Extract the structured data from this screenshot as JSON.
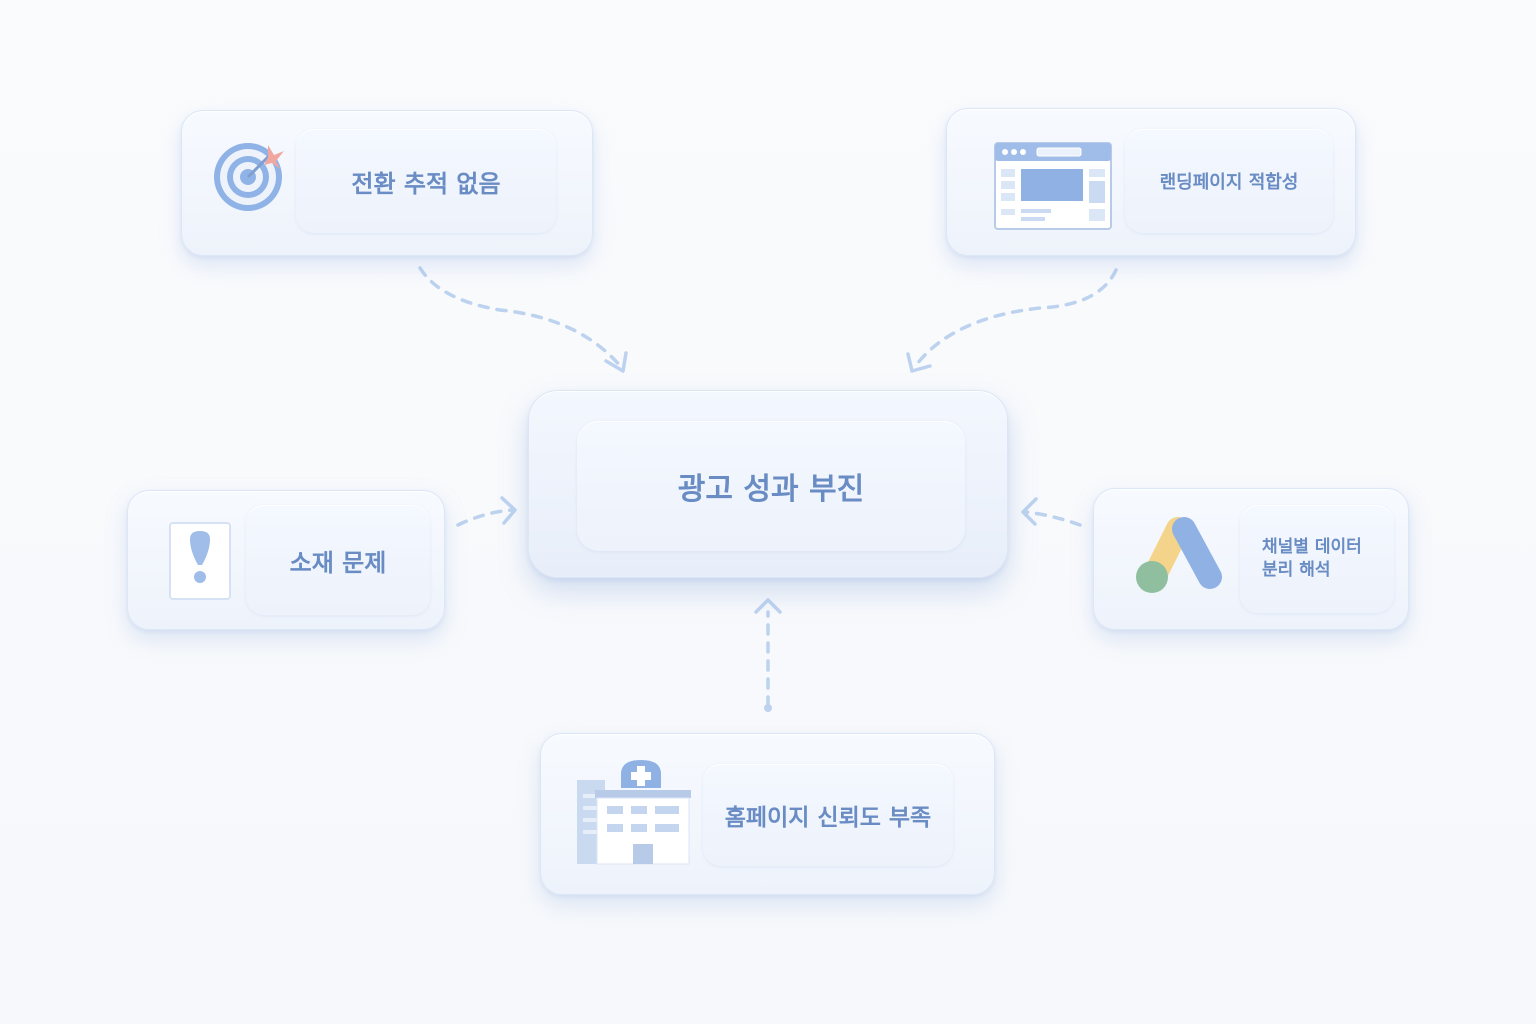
{
  "center": {
    "label": "광고 성과 부진"
  },
  "nodes": {
    "conversion": {
      "label": "전환 추적 없음",
      "icon": "target-icon"
    },
    "landing": {
      "label": "랜딩페이지 적합성",
      "icon": "webpage-icon"
    },
    "creative": {
      "label": "소재 문제",
      "icon": "exclamation-card-icon"
    },
    "channel": {
      "label_line1": "채널별 데이터",
      "label_line2": "분리 해석",
      "icon": "google-ads-icon"
    },
    "homepage": {
      "label": "홈페이지 신뢰도 부족",
      "icon": "hospital-icon"
    }
  },
  "colors": {
    "text": "#6a8cc4",
    "arrow": "#b9d0ee",
    "card_border": "#dbe6f6"
  }
}
